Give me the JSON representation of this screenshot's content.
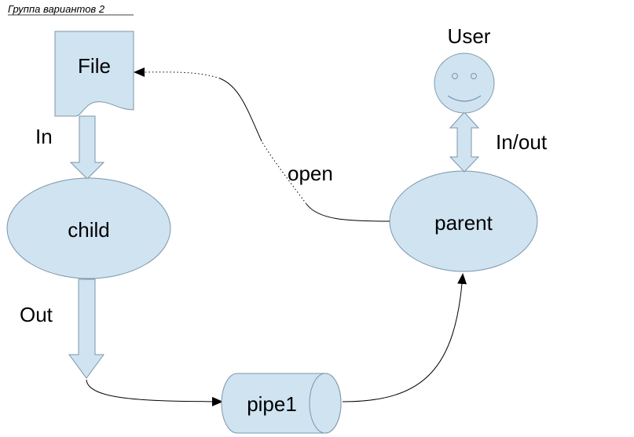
{
  "header": {
    "title": "Группа вариантов 2"
  },
  "nodes": {
    "file": {
      "label": "File"
    },
    "child": {
      "label": "child"
    },
    "parent": {
      "label": "parent"
    },
    "user": {
      "label": "User"
    },
    "pipe": {
      "label": "pipe1"
    }
  },
  "edges": {
    "in": {
      "label": "In"
    },
    "out": {
      "label": "Out"
    },
    "open": {
      "label": "open"
    },
    "inout": {
      "label": "In/out"
    }
  },
  "colors": {
    "fill": "#cfe3f1",
    "stroke": "#7c95aa",
    "line": "#000000",
    "text": "#000000"
  }
}
